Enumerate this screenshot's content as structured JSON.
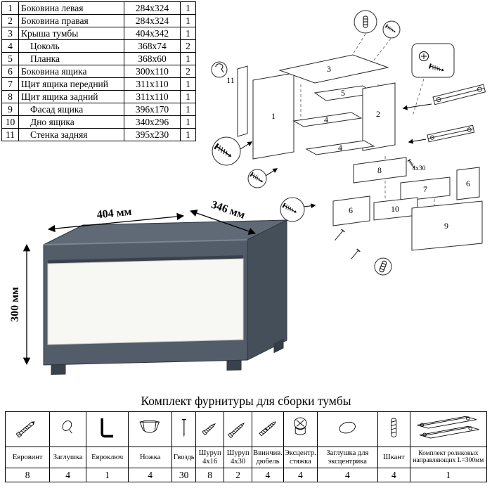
{
  "parts_table": {
    "rows": [
      {
        "num": "1",
        "name": "Боковина левая",
        "size": "284x324",
        "qty": "1"
      },
      {
        "num": "2",
        "name": "Боковина правая",
        "size": "284x324",
        "qty": "1"
      },
      {
        "num": "3",
        "name": "Крыша тумбы",
        "size": "404x342",
        "qty": "1"
      },
      {
        "num": "4",
        "name": "Цоколь",
        "size": "368x74",
        "qty": "2"
      },
      {
        "num": "5",
        "name": "Планка",
        "size": "368x60",
        "qty": "1"
      },
      {
        "num": "6",
        "name": "Боковина ящика",
        "size": "300x110",
        "qty": "2"
      },
      {
        "num": "7",
        "name": "Щит ящика передний",
        "size": "311x110",
        "qty": "1"
      },
      {
        "num": "8",
        "name": "Щит ящика задний",
        "size": "311x110",
        "qty": "1"
      },
      {
        "num": "9",
        "name": "Фасад ящика",
        "size": "396x170",
        "qty": "1"
      },
      {
        "num": "10",
        "name": "Дно ящика",
        "size": "340x296",
        "qty": "1"
      },
      {
        "num": "11",
        "name": "Стенка задняя",
        "size": "395x230",
        "qty": "1"
      }
    ]
  },
  "diagram": {
    "labels": [
      "1",
      "2",
      "3",
      "4",
      "5",
      "6",
      "7",
      "8",
      "9",
      "10",
      "11"
    ],
    "screw_label": "4x30"
  },
  "product": {
    "width_label": "404 мм",
    "depth_label": "346 мм",
    "height_label": "300 мм",
    "top_color": "#5f6a76",
    "body_color": "#525d69",
    "side_color": "#454f5a",
    "drawer_color": "#f7f7f4"
  },
  "hardware": {
    "title": "Комплект фурнитуры для сборки тумбы",
    "items": [
      {
        "name": "Евровинт",
        "qty": "8",
        "icon": "confirmat-screw-icon"
      },
      {
        "name": "Заглушка",
        "qty": "4",
        "icon": "plug-icon"
      },
      {
        "name": "Евроключ",
        "qty": "1",
        "icon": "hex-key-icon"
      },
      {
        "name": "Ножка",
        "qty": "4",
        "icon": "foot-icon"
      },
      {
        "name": "Гвоздь",
        "qty": "30",
        "icon": "nail-icon"
      },
      {
        "name": "Шуруп 4x16",
        "qty": "8",
        "icon": "screw-short-icon"
      },
      {
        "name": "Шуруп 4x30",
        "qty": "2",
        "icon": "screw-long-icon"
      },
      {
        "name": "Ввинчив. дюбель",
        "qty": "4",
        "icon": "screw-dowel-icon"
      },
      {
        "name": "Эксцентр. стяжка",
        "qty": "4",
        "icon": "cam-lock-icon"
      },
      {
        "name": "Заглушка для эксцентрика",
        "qty": "4",
        "icon": "cam-cover-icon"
      },
      {
        "name": "Шкант",
        "qty": "4",
        "icon": "wooden-dowel-icon"
      },
      {
        "name": "Комплект роликовых направляющих L=300мм",
        "qty": "1",
        "icon": "roller-rails-icon"
      }
    ]
  }
}
